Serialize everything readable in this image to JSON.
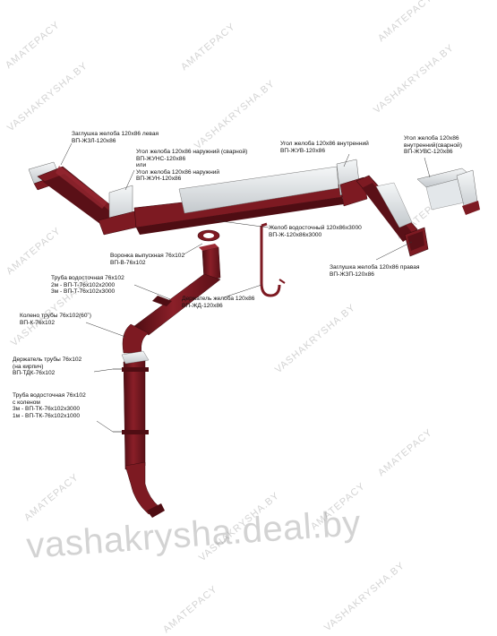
{
  "colors": {
    "gutter_red": "#7d1a22",
    "gutter_red_dark": "#4f0d13",
    "metal_light": "#e9ecee",
    "metal_shade": "#b9bec3"
  },
  "watermarks": {
    "site": "VASHAKRYSHA.BY",
    "brand": "AMATEPACY",
    "bottom": "vashakrysha.deal.by"
  },
  "labels": {
    "cap_left": {
      "name": "Заглушка желоба 120х86 левая",
      "code": "ВП-ЖЗЛ-120х86"
    },
    "outer_corner": {
      "name": "Угол желоба 120х86 наружний (сварной)",
      "code": "ВП-ЖУНС-120х86",
      "or": "или",
      "name2": "Угол желоба 120х86 наружний",
      "code2": "ВП-ЖУН-120х86"
    },
    "inner_corner": {
      "name": "Угол желоба 120х86 внутренний",
      "code": "ВП-ЖУВ-120х86"
    },
    "inner_corner_welded": {
      "line1": "Угол желоба 120х86",
      "line2": "внутренний(сварной)",
      "code": "ВП-ЖУВС-120х86"
    },
    "gutter": {
      "name": "Желоб водосточный 120х86х3000",
      "code": "ВП-Ж-120х86х3000"
    },
    "outlet": {
      "name": "Воронка выпускная 76х102",
      "code": "ВП-В-76х102"
    },
    "cap_right": {
      "name": "Заглушка желоба 120х86 правая",
      "code": "ВП-ЖЗП-120х86"
    },
    "pipe": {
      "name": "Труба водосточная 76х102",
      "code1": "2м - ВП-Т-76х102х2000",
      "code2": "3м - ВП-Т-76х102х3000"
    },
    "gutter_holder": {
      "name": "Держатель желоба 120х86",
      "code": "ВП-ЖД-120х86"
    },
    "elbow": {
      "name": "Колено трубы 76х102(60˚)",
      "code": "ВП-К-76х102"
    },
    "pipe_holder": {
      "line1": "Держатель трубы 76х102",
      "line2": "(на кирпич)",
      "code": "ВП-ТДК-76х102"
    },
    "pipe_knee": {
      "line1": "Труба водосточная 76х102",
      "line2": "с коленом",
      "code1": "3м - ВП-ТК-76х102х3000",
      "code2": "1м - ВП-ТК-76х102х1000"
    }
  }
}
